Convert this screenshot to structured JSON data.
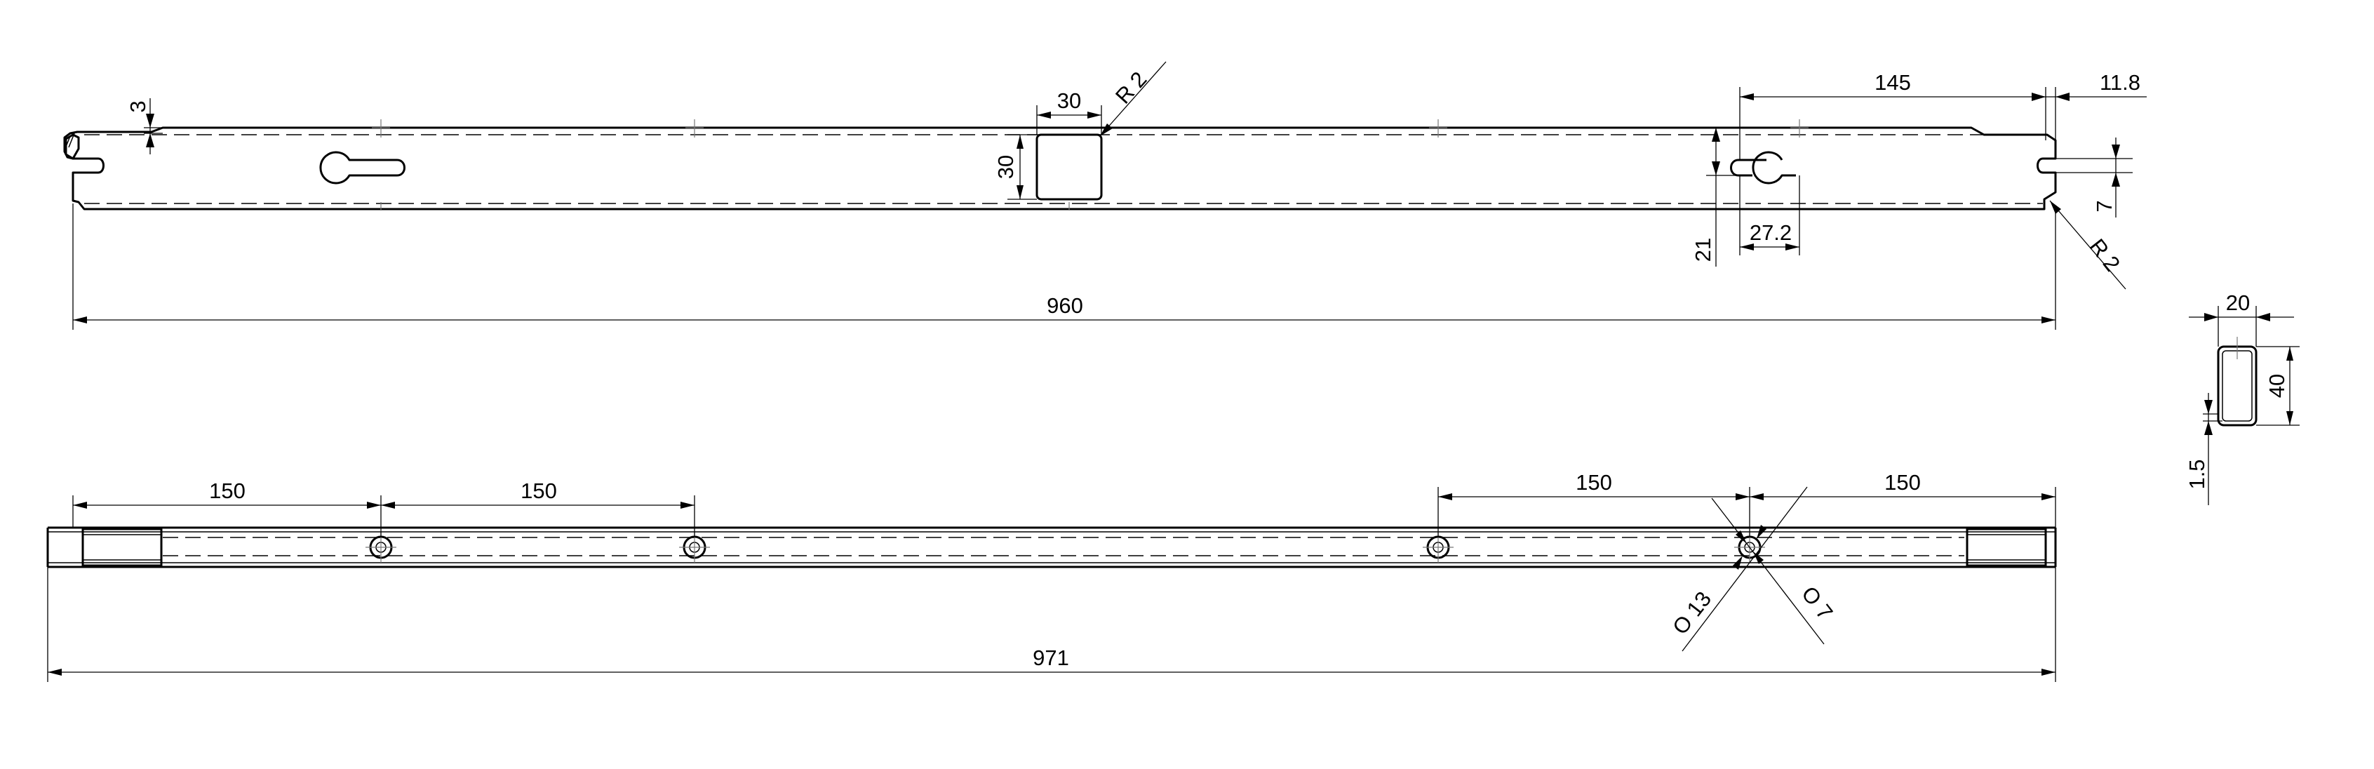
{
  "dimensions": {
    "top_view": {
      "thickness": "3",
      "square_width": "30",
      "square_radius": "R 2",
      "square_height": "30",
      "slot_offset": "145",
      "end_offset": "11.8",
      "slot_height": "21",
      "keyhole_width": "27.2",
      "slot_width": "7",
      "corner_radius": "R 2",
      "overall_length": "960"
    },
    "bottom_view": {
      "hole_spacing_1": "150",
      "hole_spacing_2": "150",
      "hole_spacing_3": "150",
      "hole_spacing_4": "150",
      "outer_diameter": "O 13",
      "inner_diameter": "O 7",
      "overall_length": "971"
    },
    "section": {
      "width": "20",
      "height": "40",
      "wall": "1.5"
    }
  }
}
